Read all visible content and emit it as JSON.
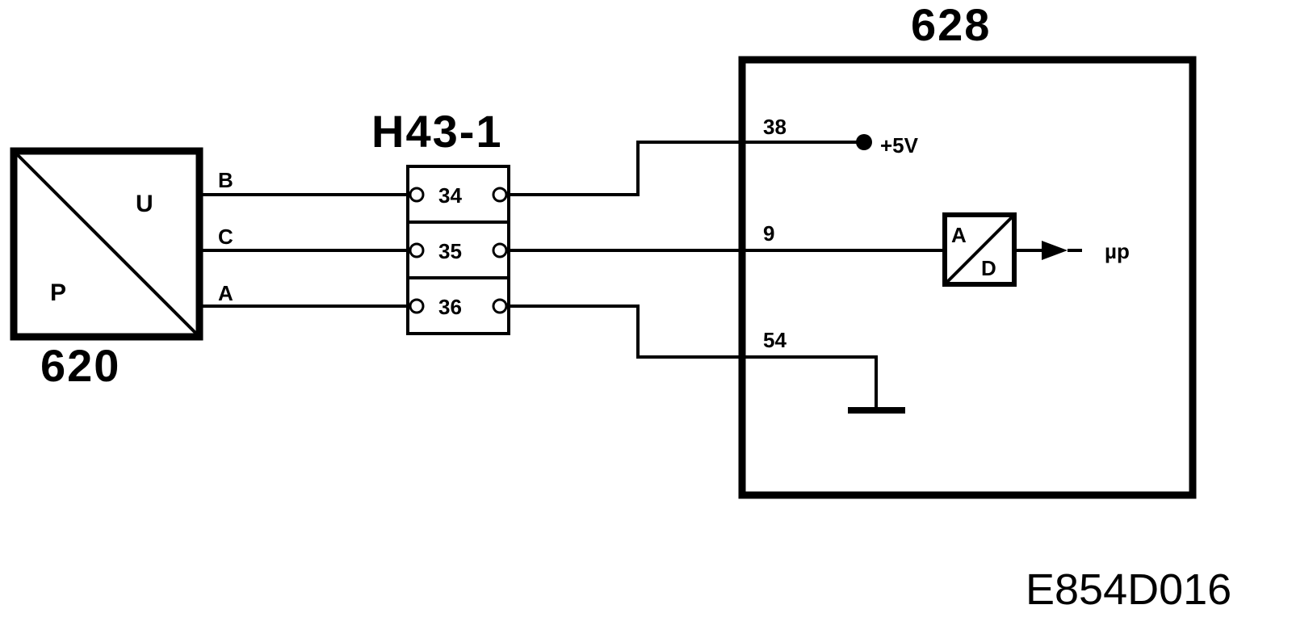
{
  "sensor": {
    "id": "620",
    "label_u": "U",
    "label_p": "P",
    "pin_b": "B",
    "pin_c": "C",
    "pin_a": "A"
  },
  "connector": {
    "id": "H43-1",
    "pins": [
      "34",
      "35",
      "36"
    ]
  },
  "controller": {
    "id": "628",
    "pin_supply": "38",
    "supply_label": "+5V",
    "pin_signal": "9",
    "pin_ground": "54",
    "adc_a": "A",
    "adc_d": "D",
    "output_label": "µp"
  },
  "figure_code": "E854D016"
}
